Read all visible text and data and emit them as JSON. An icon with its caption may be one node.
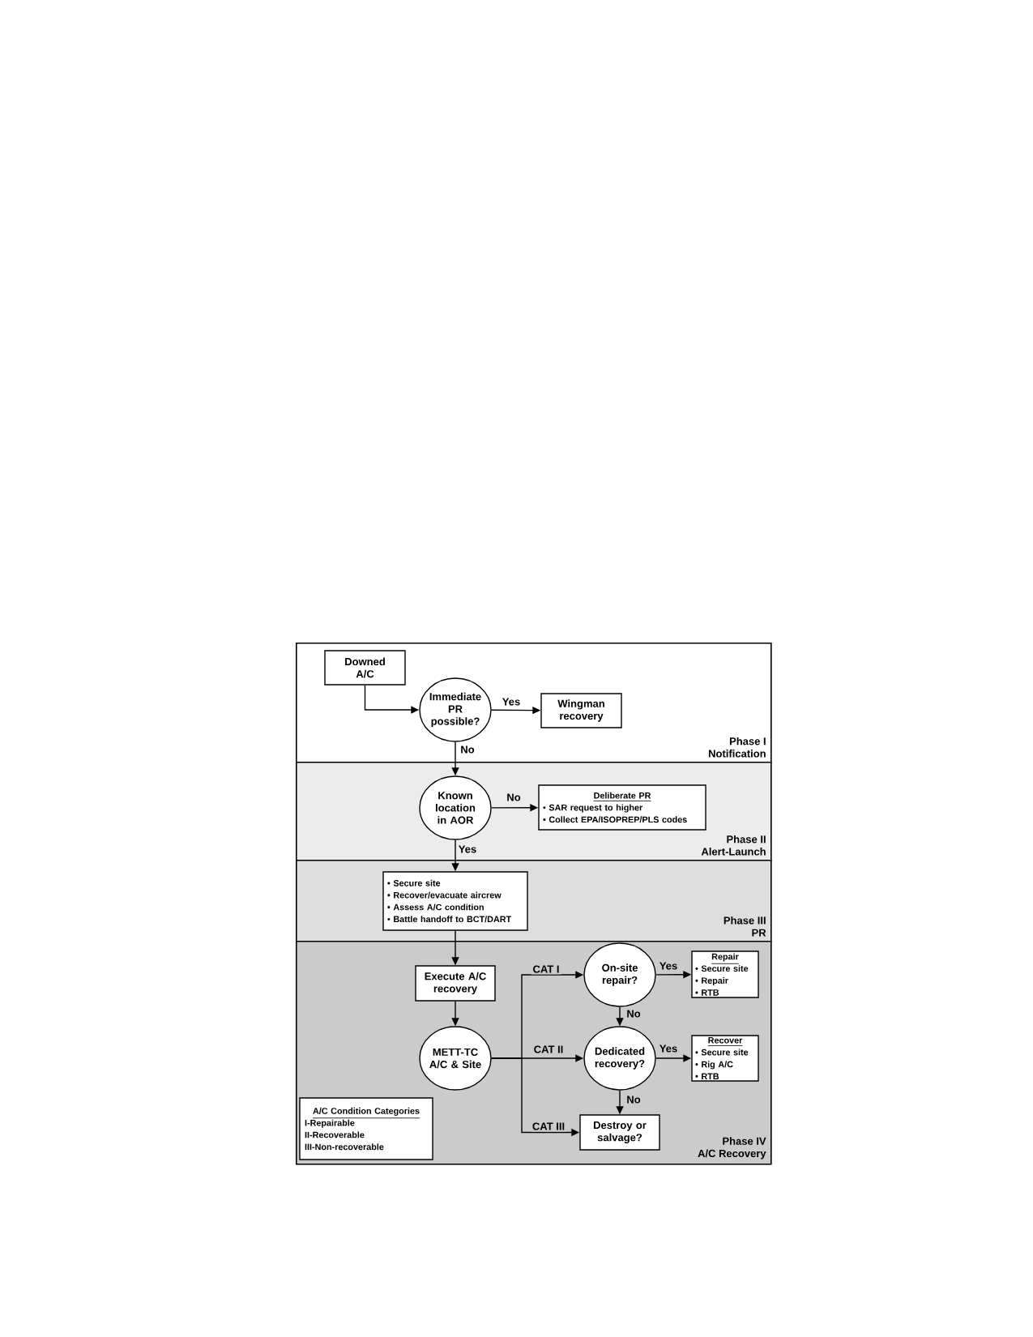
{
  "diagram": {
    "nodes": [
      {
        "text": [
          "Phase I",
          "Notification"
        ]
      },
      {
        "text": [
          "Downed A/C"
        ],
        "in": 0
      },
      {
        "text": [
          "Immediate PR possible?"
        ],
        "in": 0
      },
      {
        "text": [
          "Wingman recovery"
        ],
        "in": 0
      },
      {
        "text": [
          "Phase II",
          "Alert-Launch"
        ]
      },
      {
        "text": [
          "Known location in AOR"
        ],
        "in": 4
      },
      {
        "text": [
          "Deliberate PR",
          "• SAR request to higher",
          "• Collect EPA/ISOPREP/PLS codes"
        ],
        "in": 4
      },
      {
        "text": [
          "Phase III",
          "PR"
        ]
      },
      {
        "text": [
          "• Secure site",
          "• Recover/evacuate aircrew",
          "• Assess A/C condition",
          "• Battle handoff to BCT/DART"
        ],
        "in": 7
      },
      {
        "text": [
          "Phase IV",
          "A/C Recovery"
        ]
      },
      {
        "text": [
          "Execute A/C recovery"
        ],
        "in": 9
      },
      {
        "text": [
          "METT-TC A/C & Site"
        ],
        "in": 9
      },
      {
        "text": [
          "On-site repair?"
        ],
        "in": 9
      },
      {
        "text": [
          "Repair",
          "• Secure site",
          "• Repair",
          "• RTB"
        ],
        "in": 9
      },
      {
        "text": [
          "Dedicated recovery?"
        ],
        "in": 9
      },
      {
        "text": [
          "Recover",
          "• Secure site",
          "• Rig A/C",
          "• RTB"
        ],
        "in": 9
      },
      {
        "text": [
          "Destroy or salvage?"
        ],
        "in": 9
      },
      {
        "text": [
          "A/C Condition Categories",
          "I-Repairable",
          "II-Recoverable",
          "III-Non-recoverable"
        ],
        "in": 9
      }
    ],
    "edges": [
      {
        "from": 1,
        "to": 2,
        "arrow": "to"
      },
      {
        "from": 2,
        "to": 3,
        "arrow": "to",
        "label": "Yes"
      },
      {
        "from": 2,
        "to": 5,
        "arrow": "to",
        "label": "No"
      },
      {
        "from": 5,
        "to": 6,
        "arrow": "to",
        "label": "No"
      },
      {
        "from": 5,
        "to": 8,
        "arrow": "to",
        "label": "Yes"
      },
      {
        "from": 8,
        "to": 10,
        "arrow": "to"
      },
      {
        "from": 10,
        "to": 11,
        "arrow": "to"
      },
      {
        "from": 11,
        "to": 12,
        "arrow": "to",
        "label": "CAT I"
      },
      {
        "from": 11,
        "to": 14,
        "arrow": "to",
        "label": "CAT II"
      },
      {
        "from": 11,
        "to": 16,
        "arrow": "to",
        "label": "CAT III"
      },
      {
        "from": 12,
        "to": 13,
        "arrow": "to",
        "label": "Yes"
      },
      {
        "from": 12,
        "to": 14,
        "arrow": "to",
        "label": "No"
      },
      {
        "from": 14,
        "to": 15,
        "arrow": "to",
        "label": "Yes"
      },
      {
        "from": 14,
        "to": 16,
        "arrow": "to",
        "label": "No"
      }
    ]
  }
}
